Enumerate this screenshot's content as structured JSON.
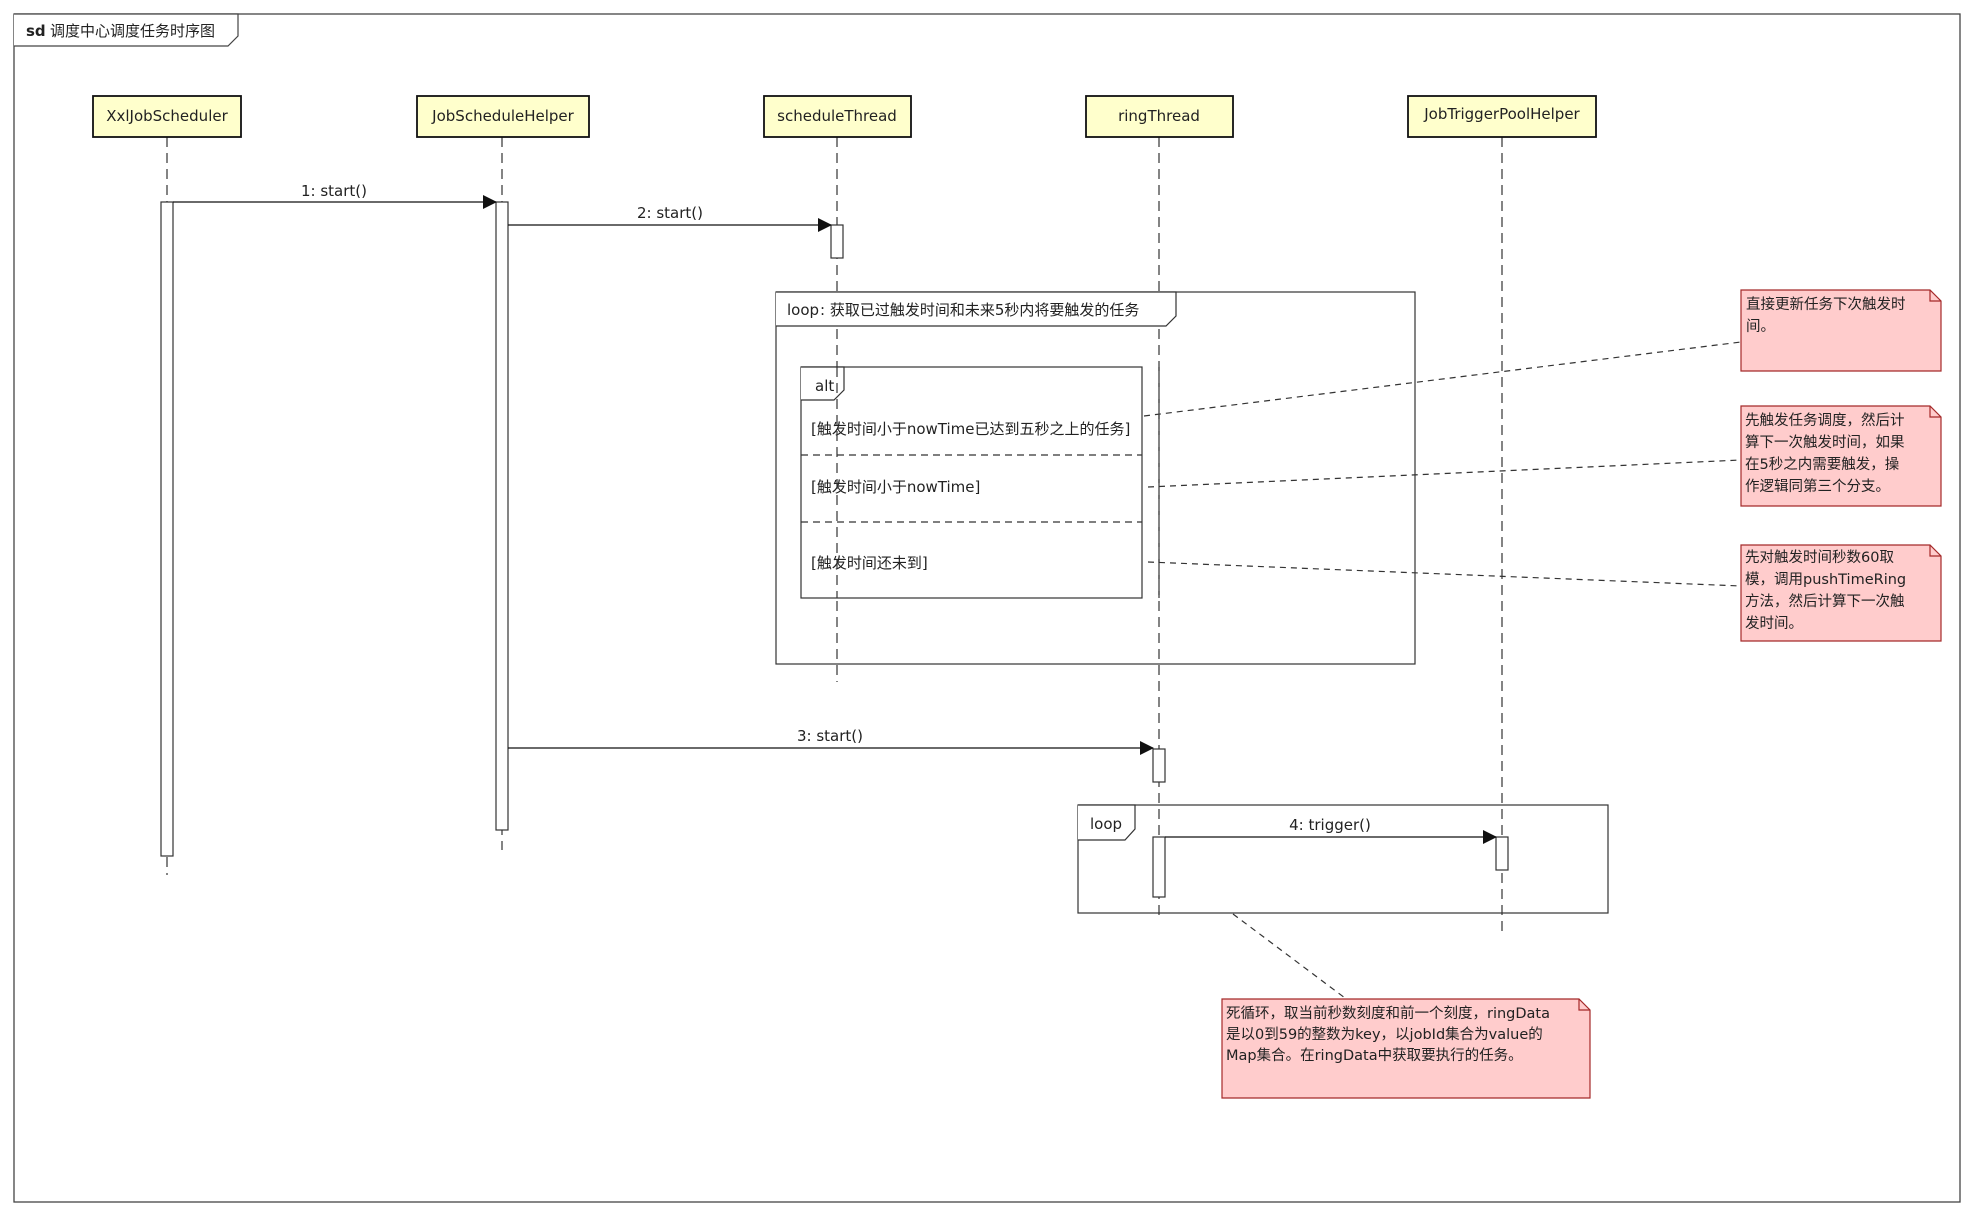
{
  "frame": {
    "keyword": "sd",
    "title": "调度中心调度任务时序图"
  },
  "lifelines": [
    {
      "id": "xxl",
      "name": "XxlJobScheduler"
    },
    {
      "id": "helper",
      "name": "JobScheduleHelper"
    },
    {
      "id": "schedule",
      "name": "scheduleThread"
    },
    {
      "id": "ring",
      "name": "ringThread"
    },
    {
      "id": "pool",
      "name": "JobTriggerPoolHelper"
    }
  ],
  "messages": [
    {
      "label": "1: start()",
      "from": "XxlJobScheduler",
      "to": "JobScheduleHelper"
    },
    {
      "label": "2: start()",
      "from": "JobScheduleHelper",
      "to": "scheduleThread"
    },
    {
      "label": "3: start()",
      "from": "JobScheduleHelper",
      "to": "ringThread"
    },
    {
      "label": "4: trigger()",
      "from": "ringThread",
      "to": "JobTriggerPoolHelper"
    }
  ],
  "fragments": {
    "loop1": {
      "operator": "loop",
      "guard": " : 获取已过触发时间和未来5秒内将要触发的任务"
    },
    "alt": {
      "operator": "alt",
      "conditions": [
        "[触发时间小于nowTime已达到五秒之上的任务]",
        "[触发时间小于nowTime]",
        "[触发时间还未到]"
      ]
    },
    "loop2": {
      "operator": "loop"
    }
  },
  "notes": [
    {
      "lines": [
        "直接更新任务下次触发时",
        "间。"
      ]
    },
    {
      "lines": [
        "先触发任务调度，然后计",
        "算下一次触发时间，如果",
        "在5秒之内需要触发，操",
        "作逻辑同第三个分支。"
      ]
    },
    {
      "lines": [
        "先对触发时间秒数60取",
        "模，调用pushTimeRing",
        "方法，然后计算下一次触",
        "发时间。"
      ]
    },
    {
      "lines": [
        "死循环，取当前秒数刻度和前一个刻度，ringData",
        "是以0到59的整数为key，以jobId集合为value的",
        "Map集合。在ringData中获取要执行的任务。"
      ]
    }
  ],
  "colors": {
    "lifeline_fill": "#ffffcc",
    "note_fill": "#ffcccc",
    "note_border": "#a52a2a",
    "line": "#222222"
  }
}
